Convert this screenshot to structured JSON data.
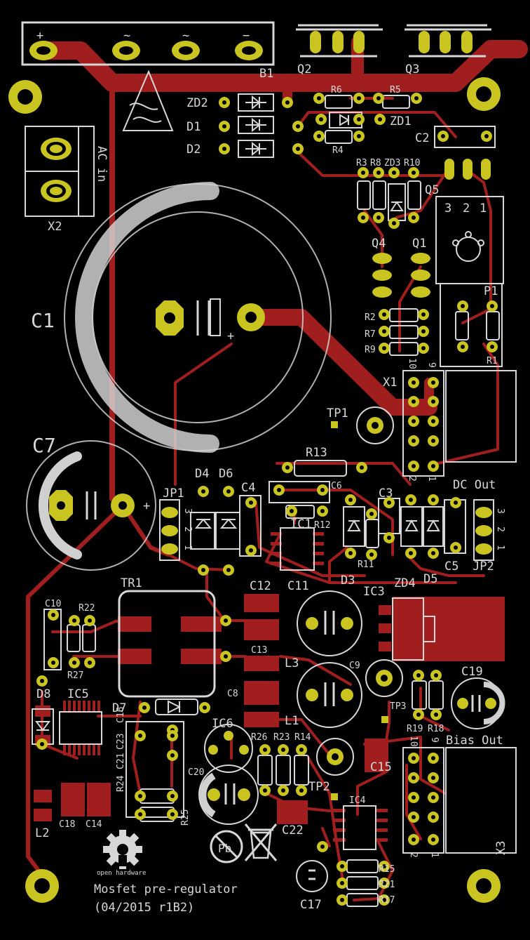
{
  "board": {
    "title": "Mosfet pre-regulator",
    "revision": "(04/2015 r1B2)",
    "oshw_label": "open hardware"
  },
  "labels": {
    "b1": "B1",
    "b1_plus": "+",
    "b1_ac1": "~",
    "b1_ac2": "~",
    "b1_minus": "−",
    "q2": "Q2",
    "q3": "Q3",
    "x2": "X2",
    "ac_in": "AC in",
    "zd2": "ZD2",
    "d1": "D1",
    "d2": "D2",
    "r6": "R6",
    "r5": "R5",
    "zd1": "ZD1",
    "r4": "R4",
    "c2": "C2",
    "r3": "R3",
    "r8": "R8",
    "zd3": "ZD3",
    "r10": "R10",
    "q5": "Q5",
    "q5_p3": "3",
    "q5_p2": "2",
    "q5_p1": "1",
    "c1": "C1",
    "c1_plus": "+",
    "q4": "Q4",
    "q1": "Q1",
    "p1": "P1",
    "r2": "R2",
    "r7": "R7",
    "r9": "R9",
    "r1": "R1",
    "x1": "X1",
    "x1_p10": "10",
    "x1_p9": "9",
    "x1_p2": "2",
    "x1_p1": "1",
    "tp1": "TP1",
    "c7": "C7",
    "c7_plus": "+",
    "r13": "R13",
    "dc_out": "DC Out",
    "d4": "D4",
    "d6": "D6",
    "c4": "C4",
    "c6": "C6",
    "c3": "C3",
    "jp1": "JP1",
    "jp1_p3": "3",
    "jp1_p2": "2",
    "jp1_p1": "1",
    "ic1": "IC1",
    "r12": "R12",
    "r11": "R11",
    "d3": "D3",
    "zd4": "ZD4",
    "d5": "D5",
    "c5": "C5",
    "jp2": "JP2",
    "jp2_p3": "3",
    "jp2_p2": "2",
    "jp2_p1": "1",
    "tr1": "TR1",
    "c12": "C12",
    "c11": "C11",
    "ic3": "IC3",
    "c10": "C10",
    "r22": "R22",
    "r27": "R27",
    "c13": "C13",
    "l3": "L3",
    "c9": "C9",
    "c19": "C19",
    "d8": "D8",
    "ic5": "IC5",
    "d7": "D7",
    "c8": "C8",
    "l1": "L1",
    "tp3": "TP3",
    "r19": "R19",
    "r18": "R18",
    "bias_out": "Bias Out",
    "ic6": "IC6",
    "r26": "R26",
    "r23": "R23",
    "r14": "R14",
    "c16": "C16",
    "c23": "C23",
    "c21": "C21",
    "r24": "R24",
    "c20": "C20",
    "r25": "R25",
    "tp2": "TP2",
    "c15": "C15",
    "x3_p10": "10",
    "x3_p9": "9",
    "l2": "L2",
    "c18": "C18",
    "c14": "C14",
    "c22": "C22",
    "ic4": "IC4",
    "x3_p2": "2",
    "x3_p1": "1",
    "x3": "X3",
    "pb": "Pb",
    "r15": "R15",
    "r21": "R21",
    "r17": "R17",
    "c17": "C17"
  },
  "colors": {
    "background": "#000000",
    "copper": "#a01e1e",
    "pad": "#c9c41f",
    "silkscreen": "#d7d7d7"
  },
  "icons": [
    "esd-warning-icon",
    "oshw-gear-icon",
    "no-lead-icon",
    "weee-bin-icon"
  ]
}
